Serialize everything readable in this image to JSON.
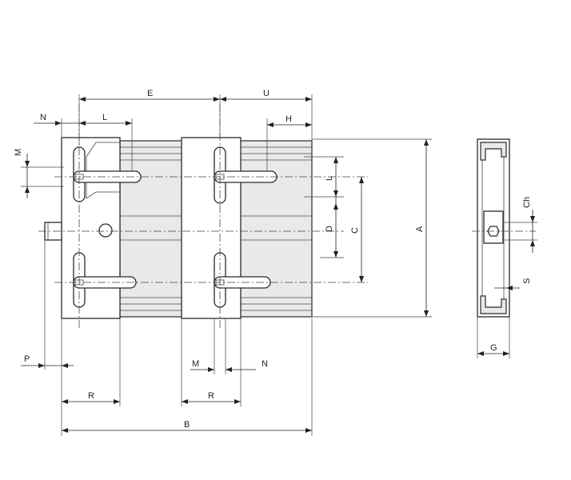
{
  "labels": {
    "E": "E",
    "U": "U",
    "N_top": "N",
    "L_top": "L",
    "H": "H",
    "M_left": "M",
    "L_right": "L",
    "D": "D",
    "C": "C",
    "A": "A",
    "P": "P",
    "M_bottom": "M",
    "N_bottom": "N",
    "R_left": "R",
    "R_mid": "R",
    "B": "B",
    "Ch": "Ch",
    "S": "S",
    "G": "G"
  }
}
